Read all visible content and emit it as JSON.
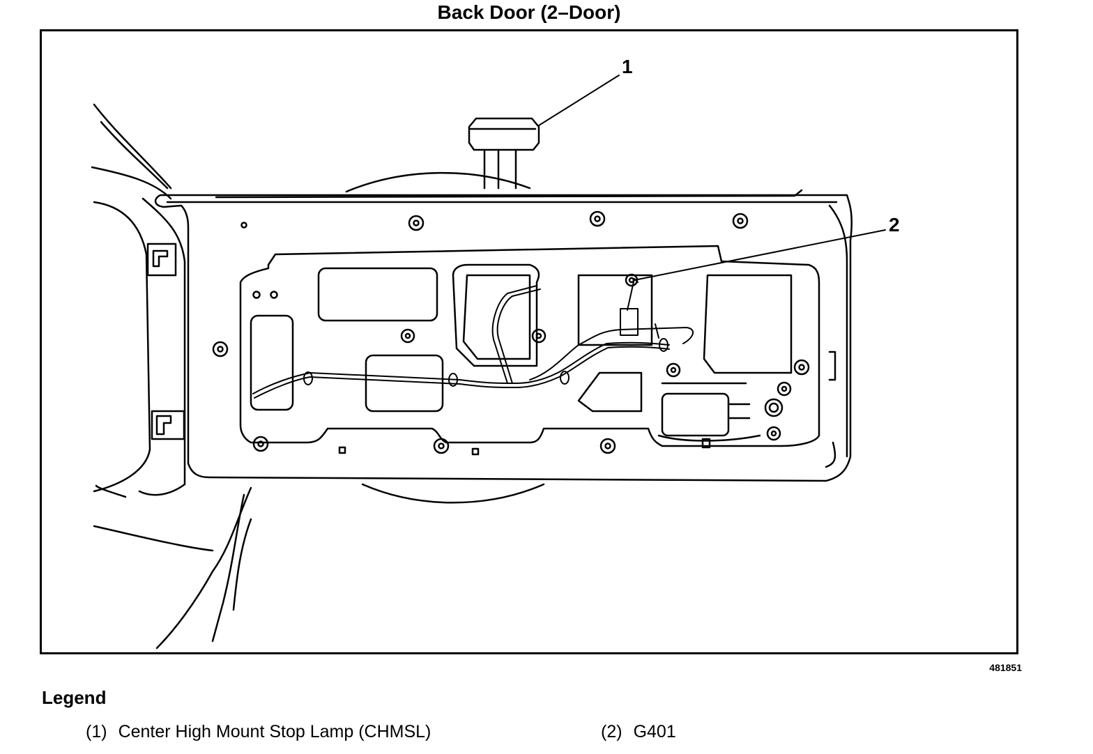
{
  "title": "Back Door (2–Door)",
  "figure_id": "481851",
  "callouts": [
    "1",
    "2"
  ],
  "legend": {
    "heading": "Legend",
    "items": [
      {
        "number": "(1)",
        "label": "Center High Mount Stop Lamp (CHMSL)"
      },
      {
        "number": "(2)",
        "label": "G401"
      }
    ]
  }
}
